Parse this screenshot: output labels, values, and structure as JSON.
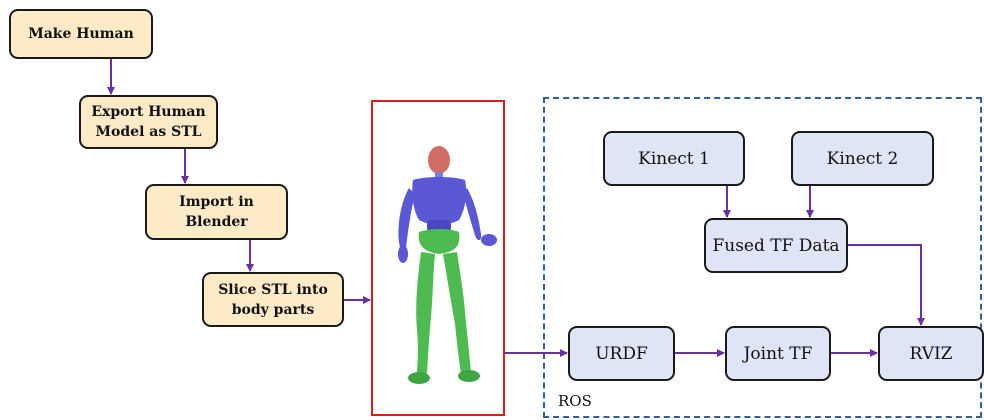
{
  "colors": {
    "arrow": "#6a2fa3",
    "yellow_fill": "#fdebc8",
    "blue_fill": "#dfe5f5",
    "model_frame": "#d62020",
    "ros_frame": "#2e5f9e",
    "torso": "#5b58d6",
    "legs": "#4dbb4f",
    "head": "#d06d62"
  },
  "pipeline": {
    "make_human": "Make Human",
    "export": "Export Human\nModel as STL",
    "import": "Import in\nBlender",
    "slice": "Slice STL into\nbody parts"
  },
  "ros": {
    "kinect1": "Kinect 1",
    "kinect2": "Kinect 2",
    "fused": "Fused TF Data",
    "urdf": "URDF",
    "joint": "Joint TF",
    "rviz": "RVIZ",
    "label": "ROS"
  }
}
